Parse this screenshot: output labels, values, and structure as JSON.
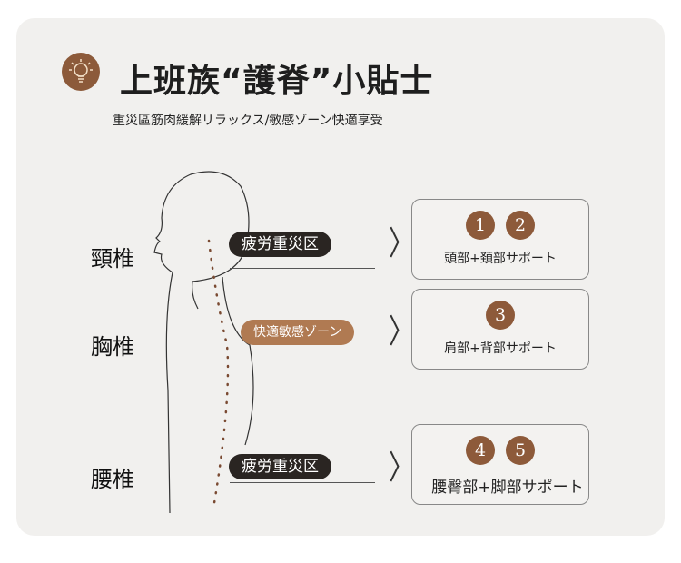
{
  "header": {
    "title": "上班族“護脊”小貼士",
    "subtitle": "重災區筋肉緩解リラックス/敏感ゾーン快適享受",
    "icon": "lightbulb-icon"
  },
  "labels": [
    "頸椎",
    "胸椎",
    "腰椎"
  ],
  "zones": [
    {
      "tag": "疲労重災区",
      "nums": [
        "1",
        "2"
      ],
      "text": "頭部+頚部サポート"
    },
    {
      "tag": "快適敏感ゾーン",
      "nums": [
        "3"
      ],
      "text": "肩部+背部サポート"
    },
    {
      "tag": "疲労重災区",
      "nums": [
        "4",
        "5"
      ],
      "text": "腰臀部+脚部サポート"
    }
  ],
  "colors": {
    "accent": "#8d5a3a",
    "dark": "#2a2522",
    "background": "#f1f0ee"
  }
}
